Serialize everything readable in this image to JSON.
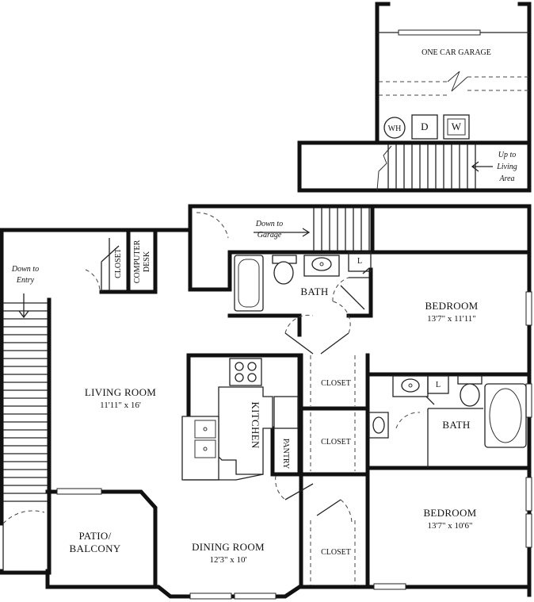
{
  "garage": {
    "label": "ONE CAR GARAGE"
  },
  "appliances": {
    "water_heater": "WH",
    "dryer": "D",
    "washer": "W"
  },
  "notes": {
    "up_to_living_1": "Up to",
    "up_to_living_2": "Living",
    "up_to_living_3": "Area",
    "down_to_garage_1": "Down to",
    "down_to_garage_2": "Garage",
    "down_to_entry_1": "Down to",
    "down_to_entry_2": "Entry"
  },
  "rooms": {
    "closet_living": "CLOSET",
    "computer_desk_1": "COMPUTER",
    "computer_desk_2": "DESK",
    "bath_upper": "BATH",
    "linen_upper": "L",
    "bedroom_1": {
      "name": "BEDROOM",
      "size": "13'7\" x 11'11\""
    },
    "living_room": {
      "name": "LIVING ROOM",
      "size": "11'11\" x 16'"
    },
    "kitchen": "KITCHEN",
    "pantry": "PANTRY",
    "closet_1": "CLOSET",
    "closet_2": "CLOSET",
    "closet_3": "CLOSET",
    "bath_lower": "BATH",
    "linen_lower": "L",
    "bedroom_2": {
      "name": "BEDROOM",
      "size": "13'7\" x 10'6\""
    },
    "patio_1": "PATIO/",
    "patio_2": "BALCONY",
    "dining_room": {
      "name": "DINING ROOM",
      "size": "12'3\" x 10'"
    }
  }
}
